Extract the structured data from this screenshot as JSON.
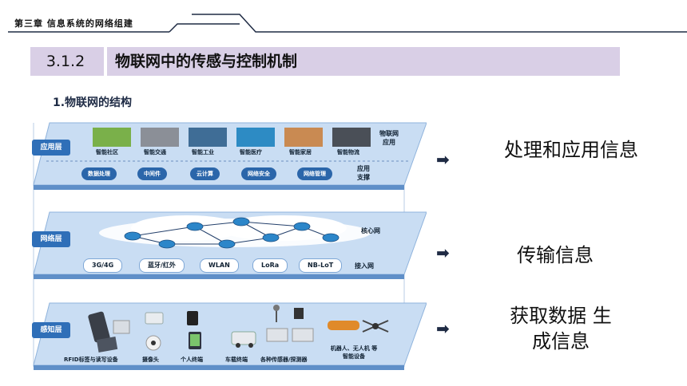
{
  "header": {
    "chapter": "第三章 信息系统的网络组建"
  },
  "section": {
    "number": "3.1.2",
    "title": "物联网中的传感与控制机制"
  },
  "subtitle": "1.物联网的结构",
  "diagram": {
    "layers": [
      {
        "tag": "应用层",
        "apps": [
          "智能社区",
          "智能交通",
          "智能工业",
          "智能医疗",
          "智能家居",
          "智能物流"
        ],
        "apps_side": "物联网 应用",
        "support": [
          "数据处理",
          "中间件",
          "云计算",
          "网络安全",
          "网络管理"
        ],
        "support_side": "应用 支撑"
      },
      {
        "tag": "网络层",
        "core_label": "核心网",
        "access": [
          "3G/4G",
          "蓝牙/红外",
          "WLAN",
          "LoRa",
          "NB-LoT"
        ],
        "access_side": "接入网"
      },
      {
        "tag": "感知层",
        "device_labels": [
          "RFID标签与读写设备",
          "摄像头",
          "个人终端",
          "车载终端",
          "各种传感器/探测器",
          "机器人、无人机 等智能设备"
        ]
      }
    ]
  },
  "descriptions": [
    {
      "arrow": "➡",
      "text": "处理和应用信息"
    },
    {
      "arrow": "➡",
      "text": "传输信息"
    },
    {
      "arrow": "➡",
      "text": "获取数据 生成信息"
    }
  ],
  "colors": {
    "section_bar": "#d9cfe6",
    "layer_blue": "#2f6fb8",
    "panel": "#c9ddf3"
  }
}
